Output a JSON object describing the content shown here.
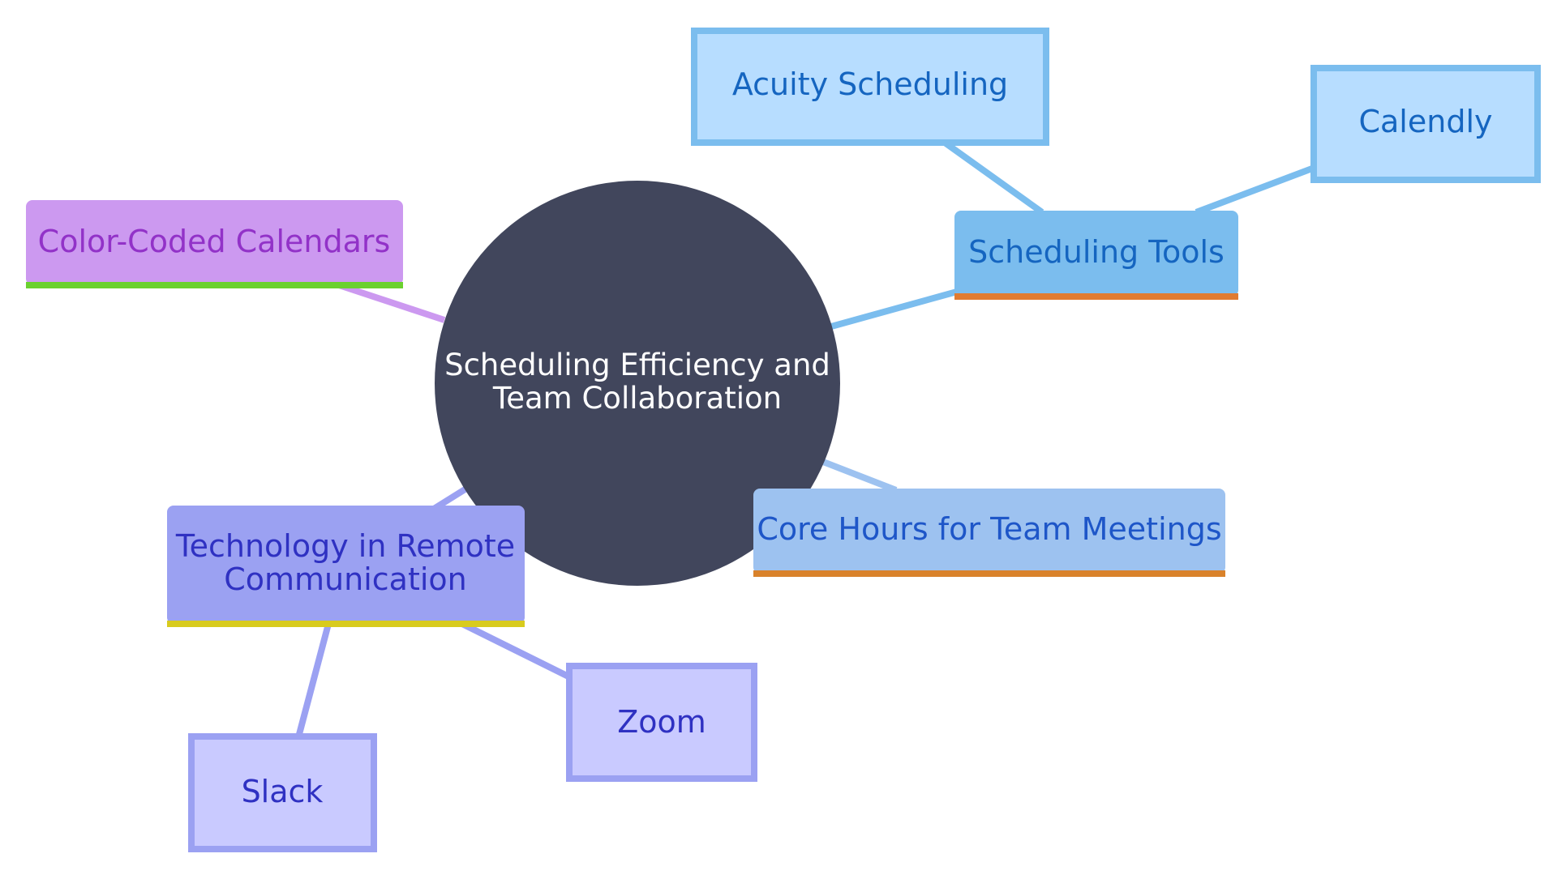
{
  "diagram": {
    "center": {
      "label_line1": "Scheduling Efficiency and",
      "label_line2": "Team Collaboration",
      "color": "#41465c"
    },
    "branches": {
      "scheduling_tools": {
        "label": "Scheduling Tools",
        "fill": "#7bbdee",
        "underline": "#e07b31",
        "text_color": "#1565c0",
        "children": {
          "acuity": {
            "label": "Acuity Scheduling"
          },
          "calendly": {
            "label": "Calendly"
          }
        },
        "child_fill": "#b7ddff",
        "child_text_color": "#1565c0"
      },
      "core_hours": {
        "label": "Core Hours for Team Meetings",
        "fill": "#9dc2f0",
        "underline": "#d9822b",
        "text_color": "#1e56c8"
      },
      "color_coded": {
        "label": "Color-Coded Calendars",
        "fill": "#cc99f0",
        "underline": "#6bd12f",
        "text_color": "#9232c8"
      },
      "technology": {
        "label_line1": "Technology in Remote",
        "label_line2": "Communication",
        "fill": "#9ba1f2",
        "underline": "#d8cb1e",
        "text_color": "#2f31c2",
        "children": {
          "zoom": {
            "label": "Zoom"
          },
          "slack": {
            "label": "Slack"
          }
        },
        "child_fill": "#c9caff",
        "child_text_color": "#2f31c2"
      }
    }
  }
}
